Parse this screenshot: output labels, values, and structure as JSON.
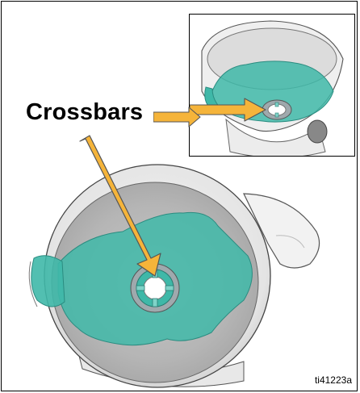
{
  "callout": {
    "label": "Crossbars"
  },
  "figure": {
    "code": "ti41223a"
  },
  "colors": {
    "fluid": "#3fb8a8",
    "arrow": "#f5b43a",
    "outline": "#222222",
    "housing": "#dcdcdc"
  },
  "icons": {
    "main": "funnel-top-view-illustration",
    "inset": "funnel-side-view-illustration",
    "arrow": "callout-arrow"
  }
}
